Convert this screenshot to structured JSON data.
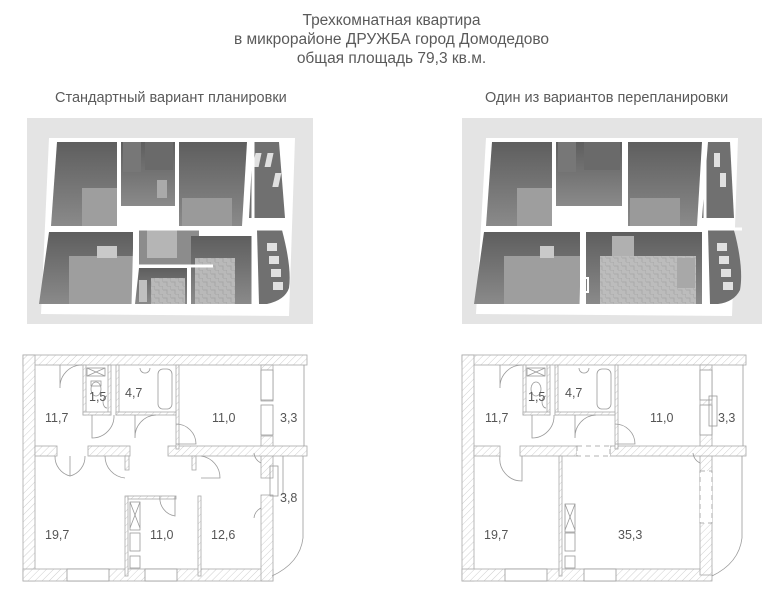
{
  "header": {
    "line1": "Трехкомнатная квартира",
    "line2": "в микрорайоне ДРУЖБА город Домодедово",
    "line3": "общая площадь 79,3 кв.м."
  },
  "variants": {
    "standard": {
      "label": "Стандартный вариант планировки",
      "areas": {
        "hall": "11,7",
        "wc": "1,5",
        "bath": "4,7",
        "bedroom_top": "11,0",
        "balcony_top": "3,3",
        "living": "19,7",
        "kitchen": "11,0",
        "bedroom_bottom": "12,6",
        "balcony_bottom": "3,8"
      }
    },
    "redesign": {
      "label": "Один из вариантов перепланировки",
      "areas": {
        "hall": "11,7",
        "wc": "1,5",
        "bath": "4,7",
        "bedroom_top": "11,0",
        "balcony_top": "3,3",
        "living": "19,7",
        "kitchen_living": "35,3"
      }
    }
  },
  "colors": {
    "text": "#5a5a5a",
    "render_bg": "#e4e4e4",
    "wall_hatch": "#c8c8c8",
    "line": "#9a9a9a"
  }
}
